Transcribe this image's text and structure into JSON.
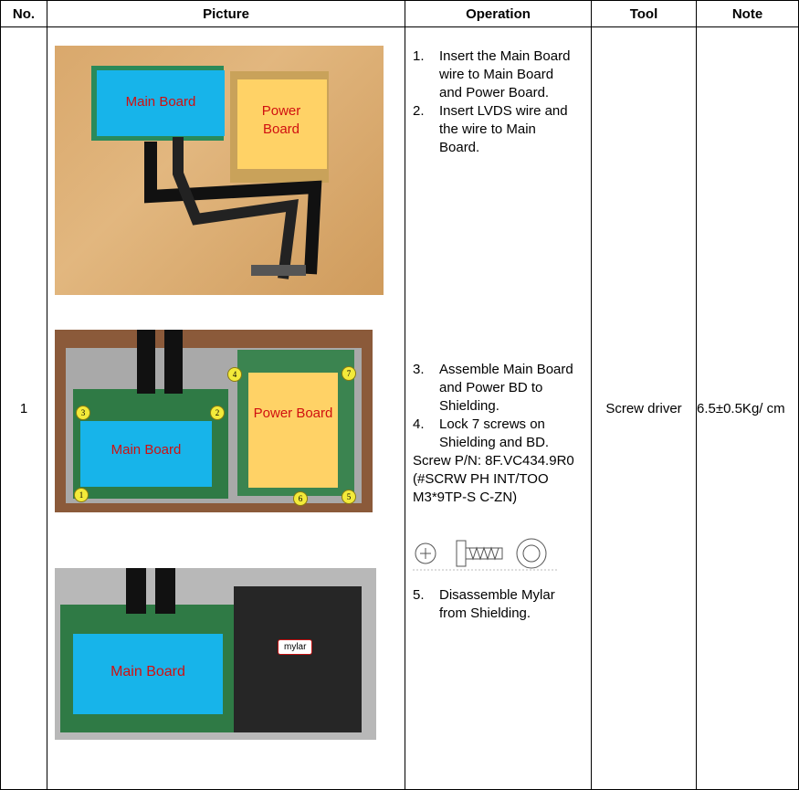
{
  "headers": {
    "no": "No.",
    "picture": "Picture",
    "operation": "Operation",
    "tool": "Tool",
    "note": "Note"
  },
  "row": {
    "no": "1",
    "tool": "Screw driver",
    "note": "6.5±0.5Kg/ cm",
    "photo1": {
      "main_board": "Main Board",
      "power_board": "Power Board"
    },
    "photo2": {
      "main_board": "Main Board",
      "power_board": "Power Board",
      "screw_labels": [
        "1",
        "2",
        "3",
        "4",
        "5",
        "6",
        "7"
      ]
    },
    "photo3": {
      "main_board": "Main Board",
      "callout": "mylar"
    },
    "operations": [
      {
        "num": "1.",
        "text": "Insert the Main Board wire to Main Board and Power Board."
      },
      {
        "num": "2.",
        "text": "Insert LVDS wire and the wire to Main Board."
      },
      {
        "num": "3.",
        "text": "Assemble Main Board and Power BD to Shielding."
      },
      {
        "num": "4.",
        "text": "Lock 7 screws on Shielding and BD."
      },
      {
        "num": "5.",
        "text": "Disassemble Mylar from Shielding."
      }
    ],
    "screw_pn": "Screw P/N: 8F.VC434.9R0 (#SCRW PH INT/TOO M3*9TP-S C-ZN)"
  }
}
